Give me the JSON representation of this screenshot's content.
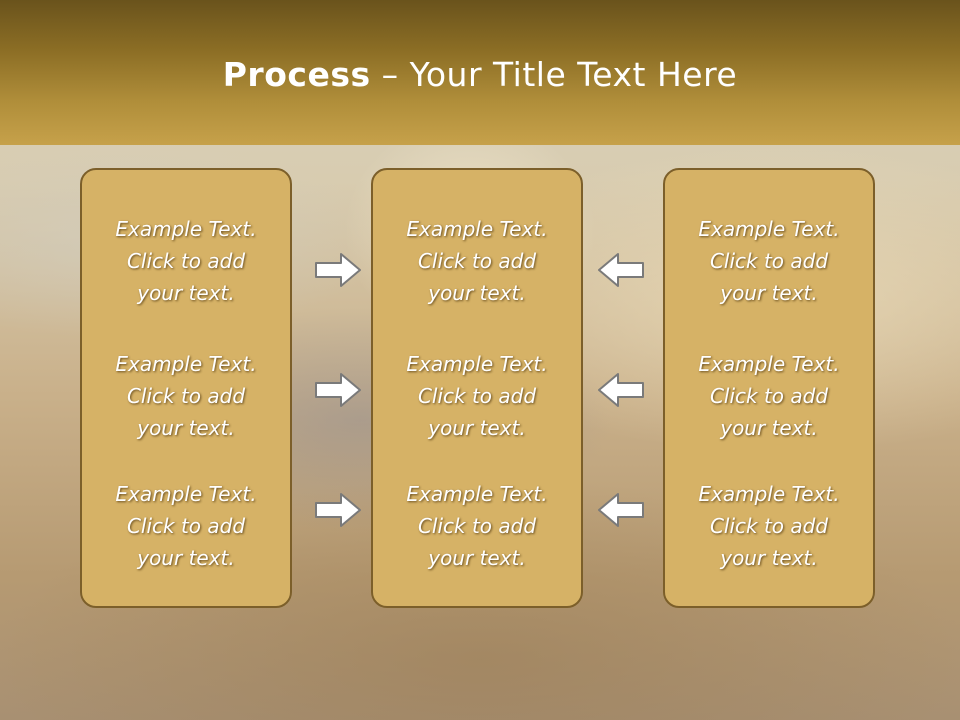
{
  "slide": {
    "title_bold": "Process",
    "title_rest": " – Your Title Text Here"
  },
  "columns": [
    {
      "items": [
        {
          "line1": "Example Text.",
          "line2": "Click  to add",
          "line3": "your text."
        },
        {
          "line1": "Example Text.",
          "line2": "Click  to add",
          "line3": "your text."
        },
        {
          "line1": "Example Text.",
          "line2": "Click  to add",
          "line3": "your text."
        }
      ]
    },
    {
      "items": [
        {
          "line1": "Example Text.",
          "line2": "Click  to add",
          "line3": "your text."
        },
        {
          "line1": "Example Text.",
          "line2": "Click  to add",
          "line3": "your text."
        },
        {
          "line1": "Example Text.",
          "line2": "Click  to add",
          "line3": "your text."
        }
      ]
    },
    {
      "items": [
        {
          "line1": "Example Text.",
          "line2": "Click  to add",
          "line3": "your text."
        },
        {
          "line1": "Example Text.",
          "line2": "Click  to add",
          "line3": "your text."
        },
        {
          "line1": "Example Text.",
          "line2": "Click  to add",
          "line3": "your text."
        }
      ]
    }
  ],
  "arrows": {
    "left_group": "arrow-right-icon",
    "right_group": "arrow-left-icon"
  },
  "colors": {
    "header_dark": "#6a531c",
    "header_light": "#c6a14a",
    "box_fill": "#d6b266",
    "box_border": "#7c5f2a",
    "arrow_fill": "#ffffff",
    "arrow_stroke": "#7a7a7a"
  }
}
